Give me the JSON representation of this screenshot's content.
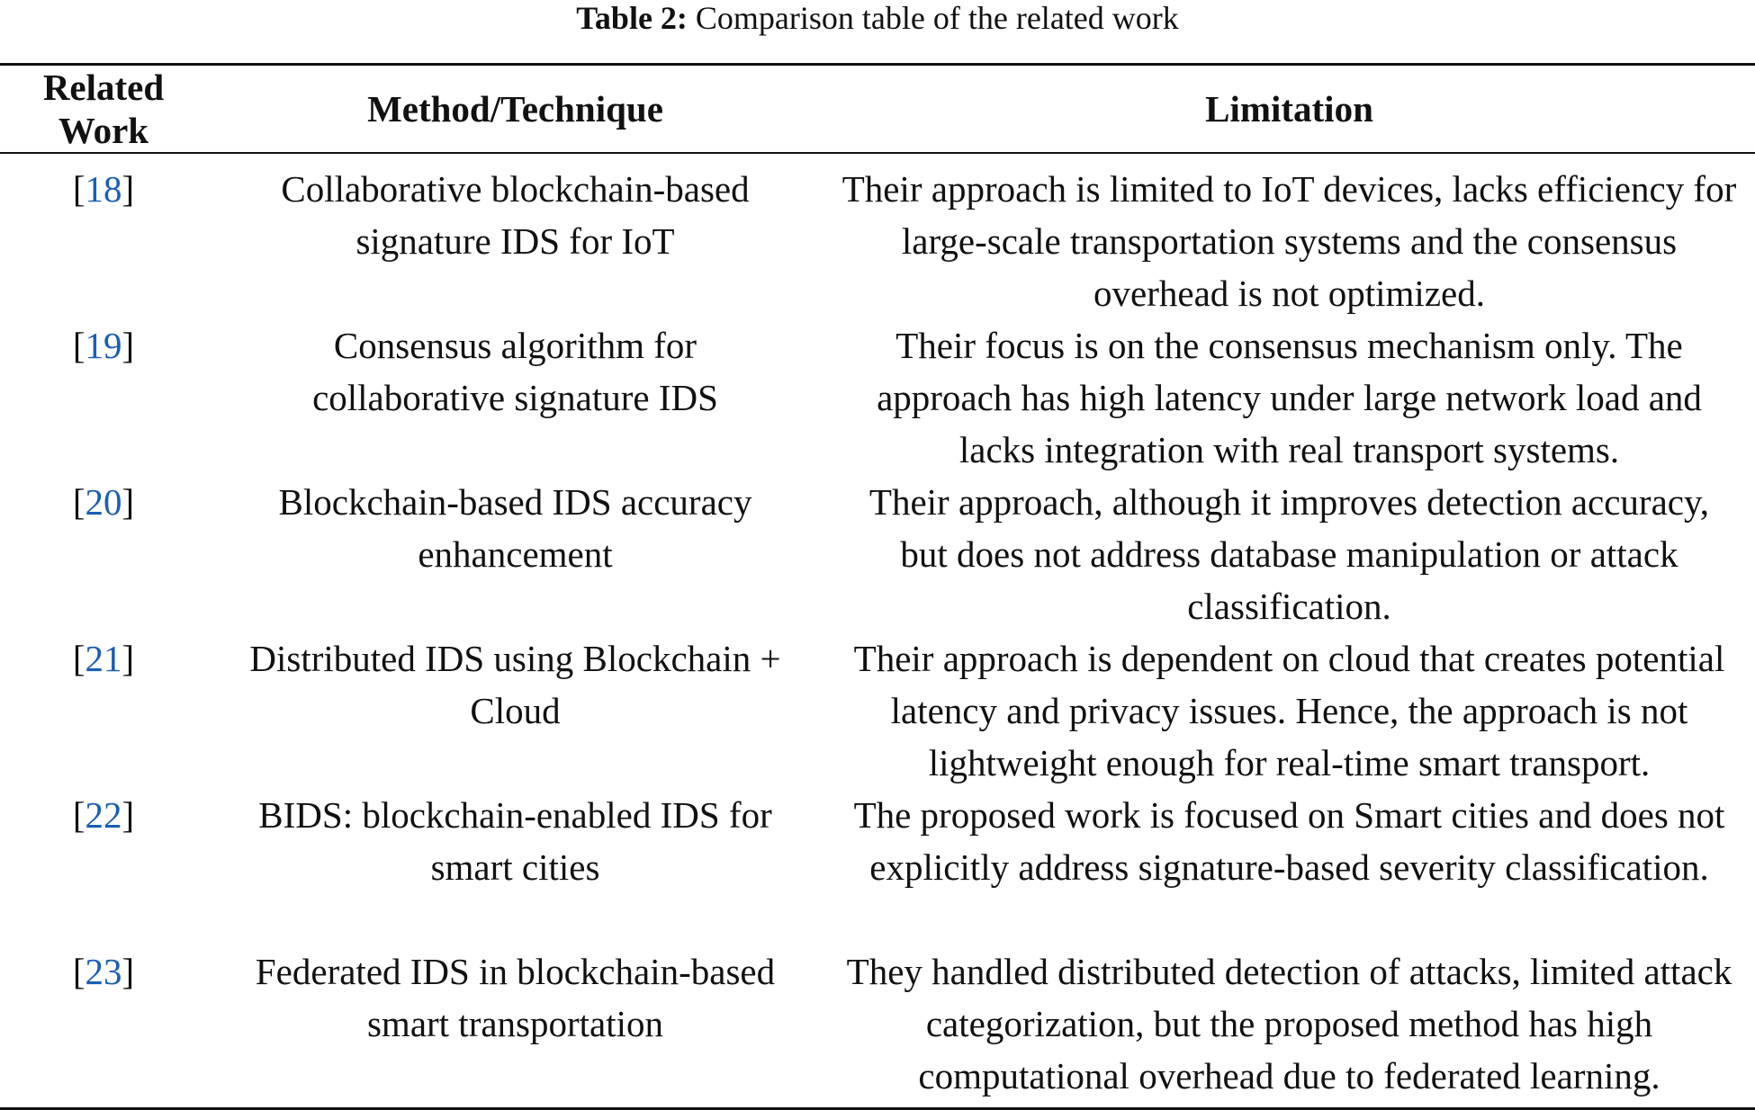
{
  "caption": {
    "label": "Table 2:",
    "text": "Comparison table of the related work"
  },
  "table": {
    "headers": [
      "Related Work",
      "Method/Technique",
      "Limitation"
    ],
    "rows": [
      {
        "ref": "18",
        "method": "Collaborative blockchain-based signature IDS for IoT",
        "limitation": "Their approach is limited to IoT devices, lacks efficiency for large-scale transportation systems and the consensus overhead is not optimized."
      },
      {
        "ref": "19",
        "method": "Consensus algorithm for collaborative signature IDS",
        "limitation": "Their focus is on the consensus mechanism only. The approach has high latency under large network load and lacks integration with real transport systems."
      },
      {
        "ref": "20",
        "method": "Blockchain-based IDS accuracy enhancement",
        "limitation": "Their approach, although it improves detection accuracy, but does not address database manipulation or attack classification."
      },
      {
        "ref": "21",
        "method": "Distributed IDS using Blockchain + Cloud",
        "limitation": "Their approach is dependent on cloud that creates potential latency and privacy issues. Hence, the approach is not lightweight enough for real-time smart transport."
      },
      {
        "ref": "22",
        "method": "BIDS: blockchain-enabled IDS for smart cities",
        "limitation": "The proposed work is focused on Smart cities and does not explicitly address signature-based severity classification."
      },
      {
        "ref": "23",
        "method": "Federated IDS in blockchain-based smart transportation",
        "limitation": "They handled distributed detection of attacks, limited attack categorization, but the proposed method has high computational overhead due to federated learning."
      }
    ]
  }
}
